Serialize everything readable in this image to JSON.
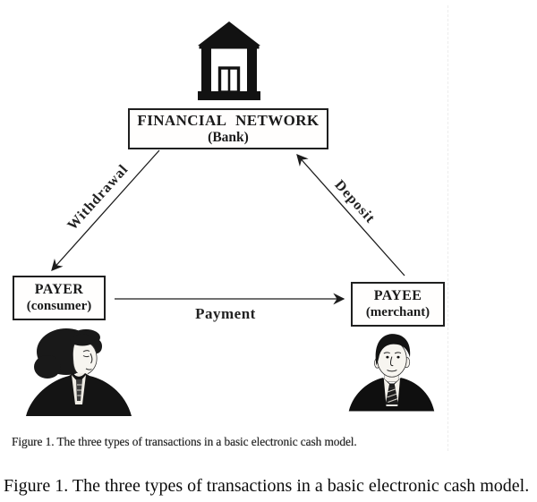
{
  "figure": {
    "bank_box": {
      "title": "FINANCIAL NETWORK",
      "subtitle": "(Bank)"
    },
    "payer_box": {
      "title": "PAYER",
      "subtitle": "(consumer)"
    },
    "payee_box": {
      "title": "PAYEE",
      "subtitle": "(merchant)"
    },
    "arrows": {
      "withdrawal": {
        "label": "Withdrawal",
        "from": "FINANCIAL NETWORK (Bank)",
        "to": "PAYER (consumer)"
      },
      "deposit": {
        "label": "Deposit",
        "from": "PAYEE (merchant)",
        "to": "FINANCIAL NETWORK (Bank)"
      },
      "payment": {
        "label": "Payment",
        "from": "PAYER (consumer)",
        "to": "PAYEE (merchant)"
      }
    },
    "icons": {
      "bank": "bank-building-icon",
      "payer": "consumer-person-icon",
      "payee": "merchant-person-icon"
    },
    "scanned_caption": "Figure 1. The three types of transactions in a basic electronic cash model.",
    "colors": {
      "ink": "#1b1b1b",
      "background": "#ffffff"
    }
  },
  "caption": "Figure 1. The three types of transactions in a basic electronic cash model."
}
